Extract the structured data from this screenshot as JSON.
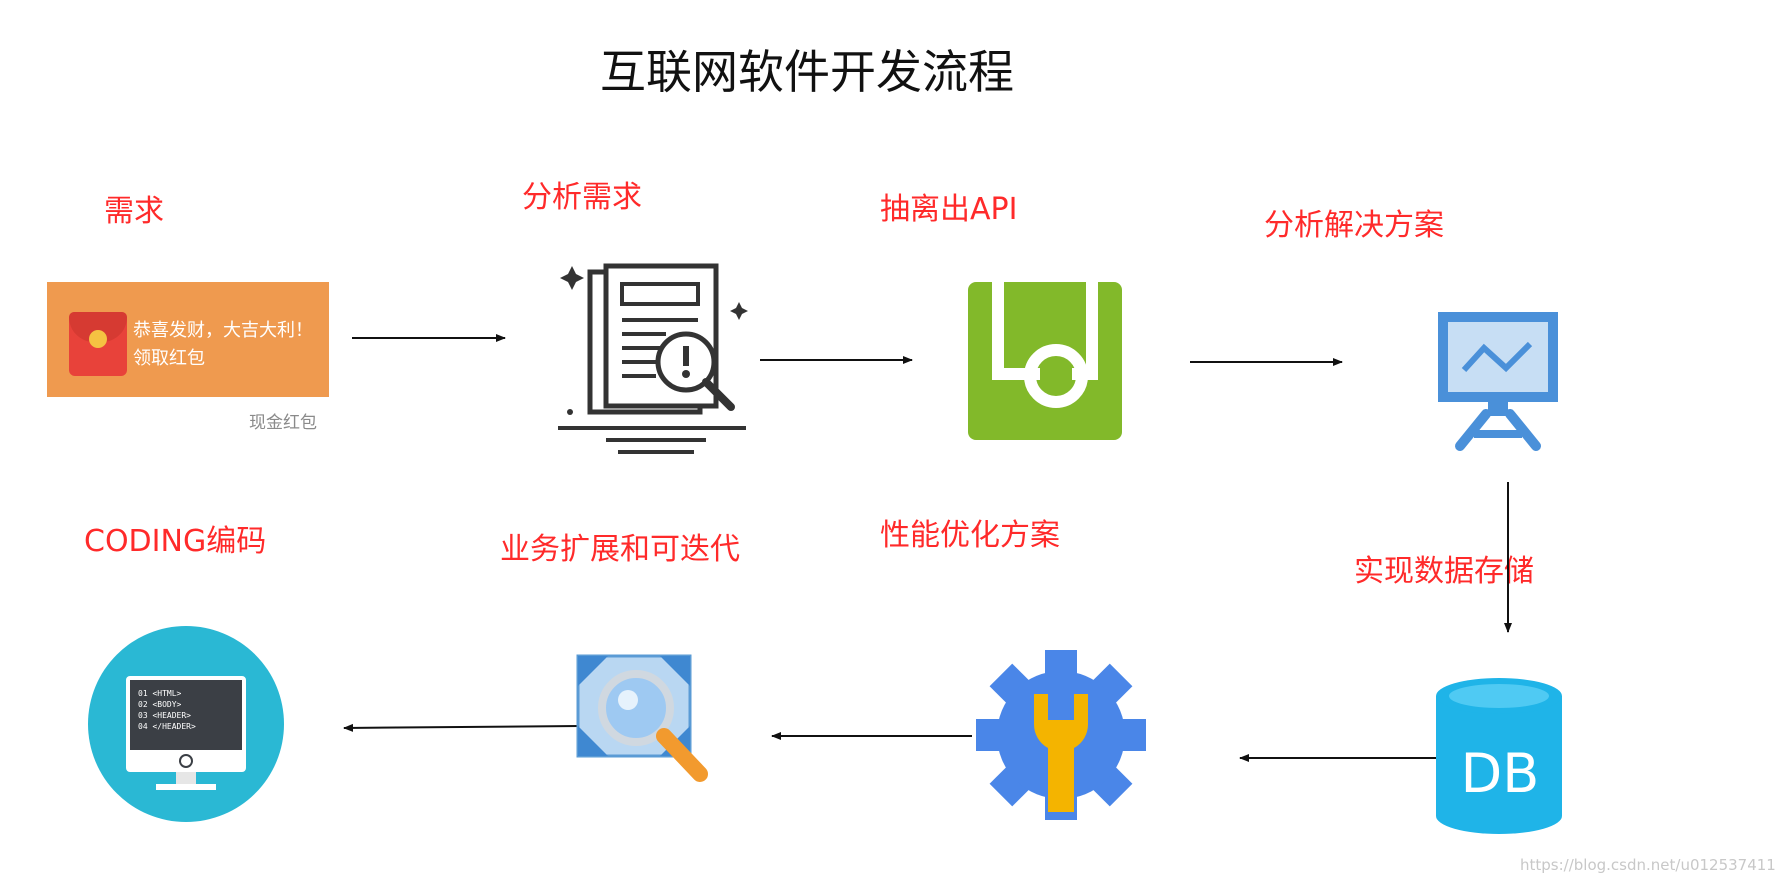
{
  "title": "互联网软件开发流程",
  "steps": {
    "requirement": {
      "label": "需求",
      "icon": "red-packet-icon"
    },
    "analyze": {
      "label": "分析需求",
      "icon": "document-search-icon"
    },
    "api": {
      "label": "抽离出API",
      "icon": "api-icon"
    },
    "solution": {
      "label": "分析解决方案",
      "icon": "presentation-board-icon"
    },
    "storage": {
      "label": "实现数据存储",
      "icon": "database-icon"
    },
    "perf": {
      "label": "性能优化方案",
      "icon": "gear-wrench-icon"
    },
    "iterate": {
      "label": "业务扩展和可迭代",
      "icon": "expand-search-icon"
    },
    "coding": {
      "label": "CODING编码",
      "icon": "code-monitor-icon"
    }
  },
  "red_packet": {
    "line1": "恭喜发财，大吉大利！",
    "line2": "领取红包",
    "caption": "现金红包"
  },
  "db_text": "DB",
  "code_lines": [
    "01 <HTML>",
    "02 <BODY>",
    "03 <HEADER>",
    "04 </HEADER>"
  ],
  "watermark": "https://blog.csdn.net/u012537411",
  "colors": {
    "label": "#ff2a2a",
    "api_green": "#82b92a",
    "db_blue": "#1fb4e8",
    "board_blue": "#4a90d9",
    "gear_blue": "#4a86e8",
    "wrench_yellow": "#f4b400",
    "coding_teal": "#2ab8d4"
  }
}
